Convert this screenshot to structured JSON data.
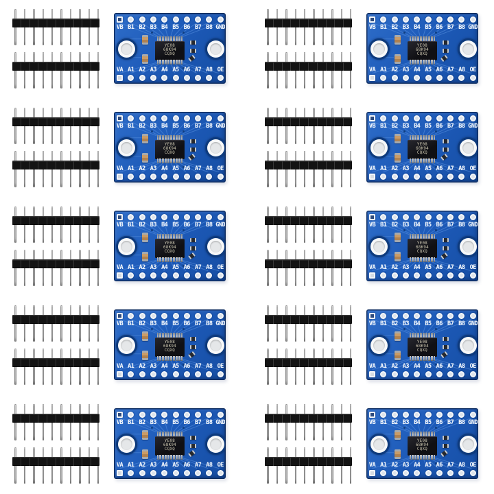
{
  "photo": {
    "background_color": "#ffffff",
    "grid": {
      "rows": 5,
      "cols": 2,
      "unit_count": 10
    },
    "unit": {
      "pin_headers": {
        "strips_per_unit": 2,
        "pins_per_strip": 10,
        "plastic_color": "#131313",
        "pin_color": "#a2a2a2"
      },
      "board": {
        "pcb_color": "#1d5ab8",
        "pcb_edge_color": "#0a2a5e",
        "silkscreen_color": "#eef4fb",
        "trace_color": "#5f97e4",
        "top_labels": [
          "VB",
          "B1",
          "B2",
          "B3",
          "B4",
          "B5",
          "B6",
          "B7",
          "B8",
          "GND"
        ],
        "bottom_labels": [
          "VA",
          "A1",
          "A2",
          "A3",
          "A4",
          "A5",
          "A6",
          "A7",
          "A8",
          "OE"
        ],
        "chip_marking": [
          "YE08",
          "68K94",
          "CQXQ"
        ],
        "chip_pins_per_side": 10,
        "mounting_hole_count": 2,
        "capacitor_count": 2,
        "resistor_count": 3
      }
    }
  }
}
